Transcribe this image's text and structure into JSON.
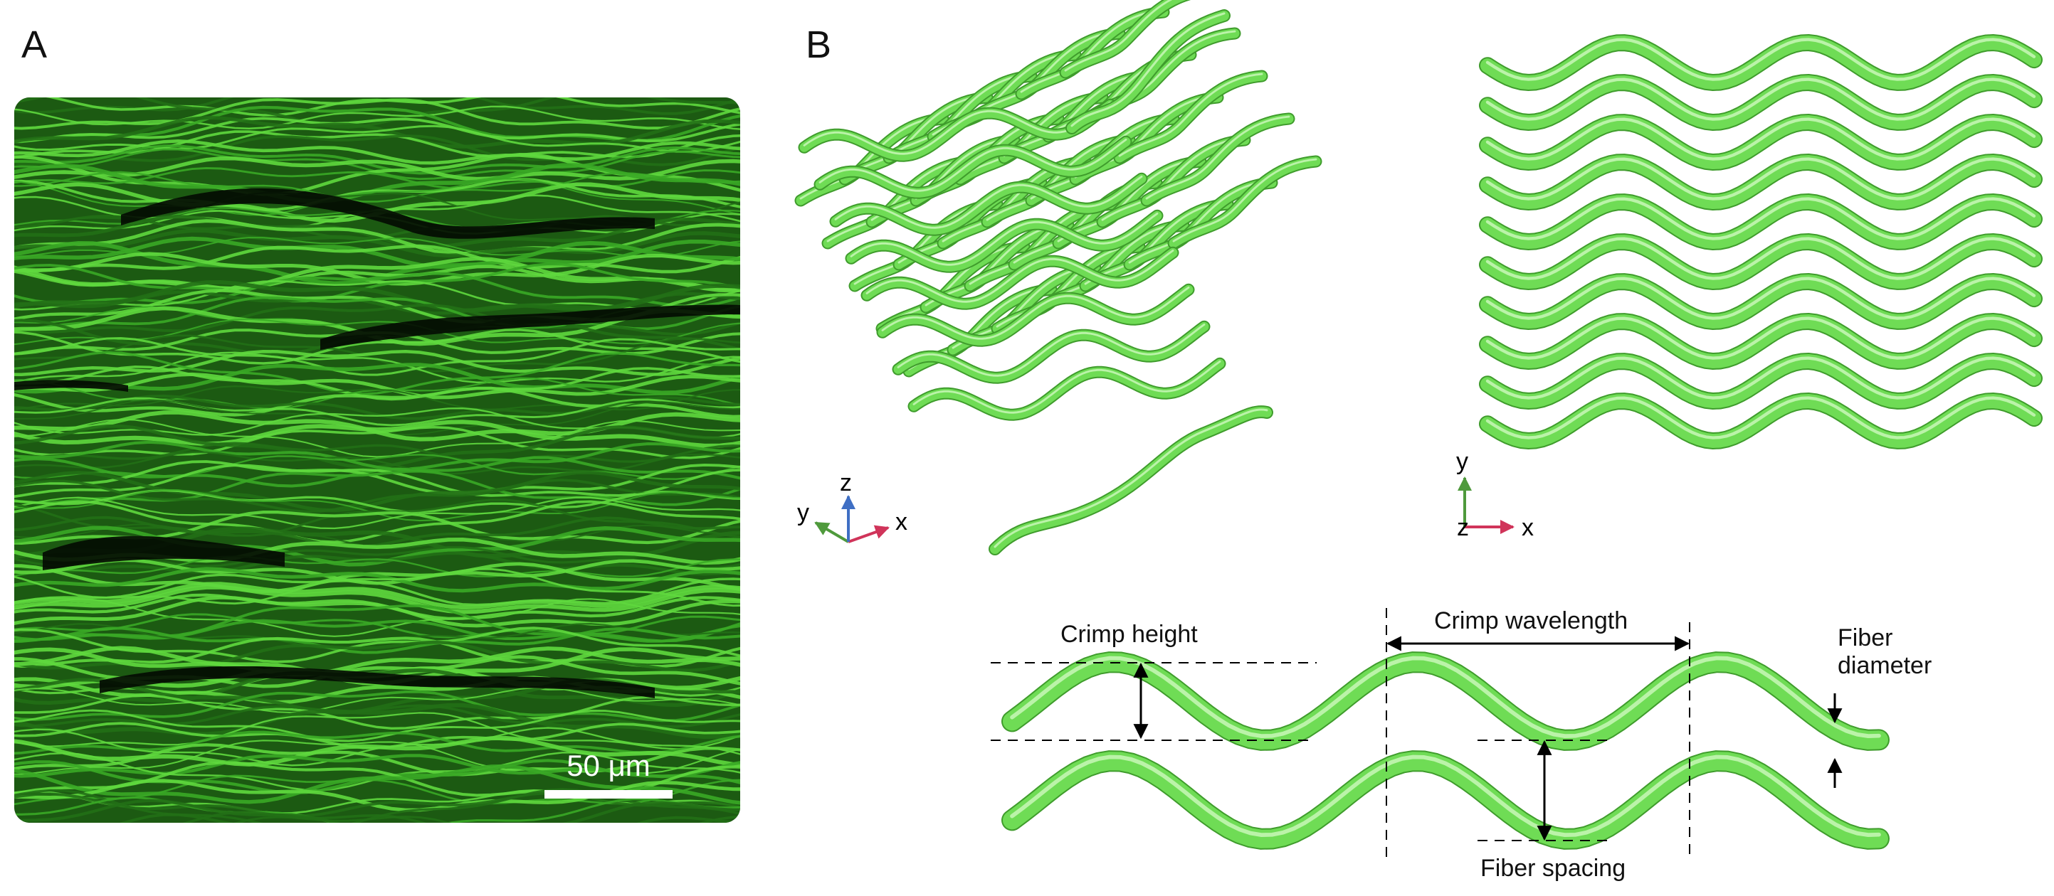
{
  "panels": {
    "a": {
      "letter": "A",
      "scale_bar_label": "50 μm"
    },
    "b": {
      "letter": "B",
      "axes_3d": {
        "x": "x",
        "y": "y",
        "z": "z"
      },
      "axes_2d": {
        "x": "x",
        "y": "y",
        "z": "z"
      },
      "annotations": {
        "crimp_height": "Crimp height",
        "crimp_wavelength": "Crimp wavelength",
        "fiber_diameter_line1": "Fiber",
        "fiber_diameter_line2": "diameter",
        "fiber_spacing": "Fiber spacing"
      }
    }
  },
  "colors": {
    "fiber": "#6fdc55",
    "fiber_dark": "#3f9c2c",
    "fiber_highlight": "#c9f7b8",
    "tissue": "#2f9a22",
    "axis_x": "#d0345a",
    "axis_y": "#4f9a3c",
    "axis_z": "#3f6fc4"
  }
}
